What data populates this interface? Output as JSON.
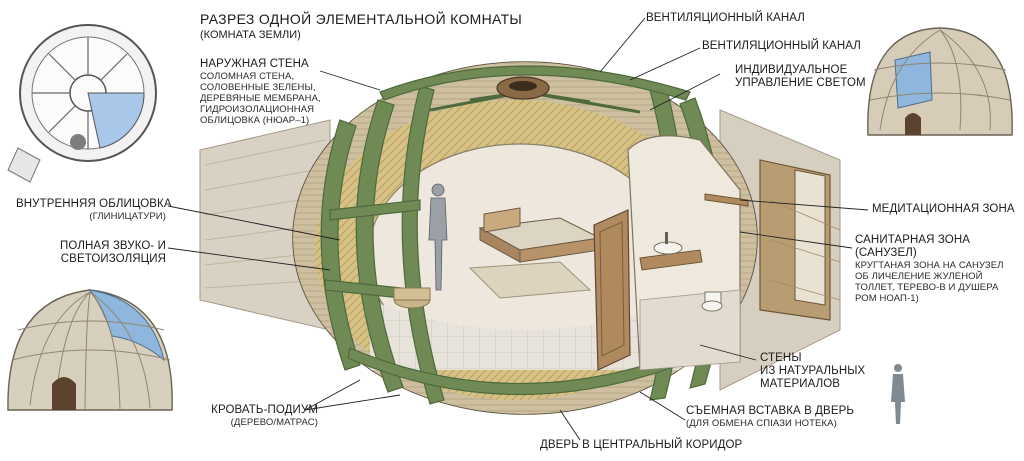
{
  "title": "РАЗРЕЗ ОДНОЙ ЭЛЕМЕНТАЛЬНОЙ КОМНАТЫ",
  "subtitle": "(КОМНАТА ЗЕМЛИ)",
  "labels": {
    "outer_wall": {
      "title": "НАРУЖНАЯ СТЕНА",
      "lines": [
        "СОЛОМНАЯ СТЕНА,",
        "СОЛОВЕННЫЕ ЗЕЛЕНЫ,",
        "ДЕРЕВЯНЫЕ МЕМБРАНА,",
        "ГИДРОИЗОЛАЦИОННАЯ",
        "ОБЛИЦОВКА (НЮАР–1)"
      ]
    },
    "inner_lining": {
      "title": "ВНУТРЕННЯЯ ОБЛИЦОВКА",
      "sub": "(ГЛИНИЦАТУРИ)"
    },
    "insulation": {
      "lines": [
        "ПОЛНАЯ ЗВУКО- И",
        "СВЕТОИЗОЛЯЦИЯ"
      ]
    },
    "vent1": "ВЕНТИЛЯЦИОННЫЙ КАНАЛ",
    "vent2": "ВЕНТИЛЯЦИОННЫЙ КАНАЛ",
    "light": {
      "lines": [
        "ИНДИВИДУАЛЬНОЕ",
        "УПРАВЛЕНИЕ СВЕТОМ"
      ]
    },
    "meditation": "МЕДИТАЦИОННАЯ ЗОНА",
    "sanitary": {
      "lines": [
        "САНИТАРНАЯ ЗОНА",
        "(САНУЗЕЛ)"
      ],
      "sub": [
        "КРУГТАНАЯ ЗОНА НА САНУЗЕЛ",
        "ОБ ЛИЧЕЛЕНИЕ ЖУЛЕНОЙ",
        "ТОЛЛЕТ, ТЕРЕВО-В И ДУШЕРА",
        "РОМ НОАП-1)"
      ]
    },
    "natural_walls": {
      "lines": [
        "СТЕНЫ",
        "ИЗ НАТУРАЛЬНЫХ",
        "МАТЕРИАЛОВ"
      ]
    },
    "bed": {
      "title": "КРОВАТЬ-ПОДИУМ",
      "sub": "(ДЕРЕВО/МАТРАС)"
    },
    "door_insert": {
      "title": "СЪЕМНАЯ ВСТАВКА В ДВЕРЬ",
      "sub": "(ДЛЯ ОБМЕНА СПІАЗИ НОТЕКА)"
    },
    "door": "ДВЕРЬ В ЦЕНТРАЛЬНЫЙ КОРИДОР"
  },
  "colors": {
    "straw": "#d8c48a",
    "straw_dark": "#a89456",
    "rib_green": "#6f8a55",
    "rib_green_dark": "#4e6a3c",
    "clay": "#ece6dc",
    "blue": "#8fb6dc",
    "wood": "#b08a5e",
    "ink": "#1c1c1c"
  },
  "icons": [
    "human-figure-icon",
    "sink-icon",
    "toilet-icon",
    "bed-icon",
    "door-icon"
  ]
}
